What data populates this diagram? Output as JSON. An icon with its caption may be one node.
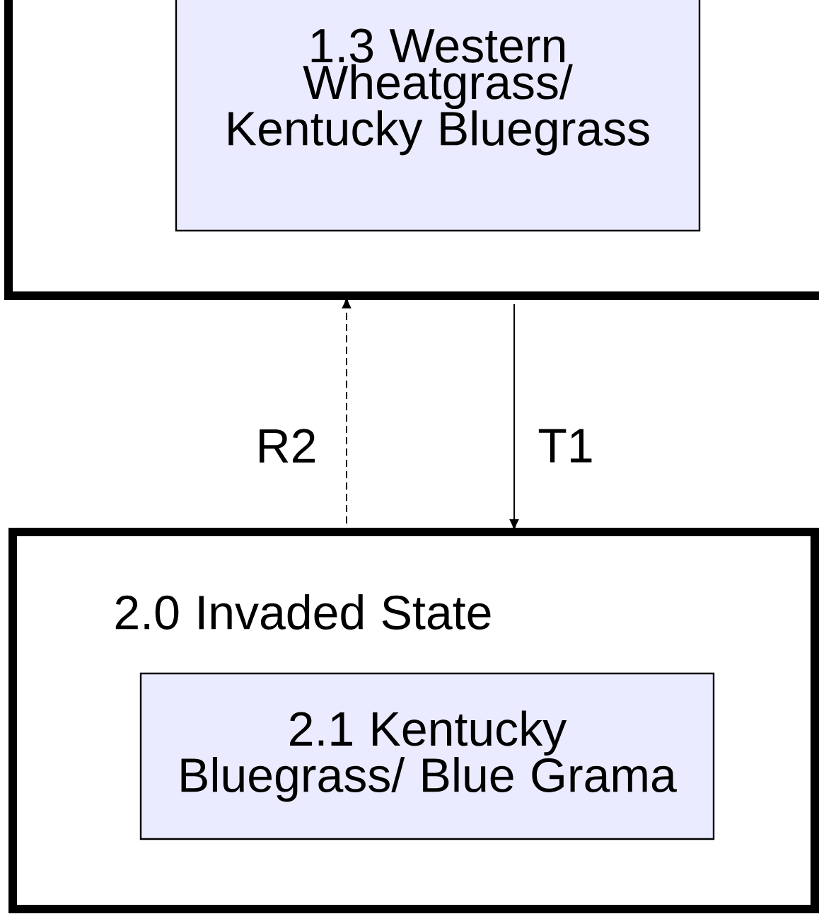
{
  "diagram": {
    "nodes": [
      {
        "text": [],
        "shape": "box"
      },
      {
        "text": [
          "1.3 Western Wheatgrass/ Kentucky Bluegrass"
        ],
        "in": 0
      },
      {
        "text": [
          "2.0 Invaded State"
        ]
      },
      {
        "text": [
          "2.1 Kentucky Bluegrass/ Blue Grama"
        ],
        "in": 2
      }
    ],
    "edges": [
      {
        "from": 2,
        "to": 0,
        "arrow": "to",
        "label": "R2",
        "style": "dashed"
      },
      {
        "from": 0,
        "to": 2,
        "arrow": "to",
        "label": "T1"
      }
    ]
  }
}
